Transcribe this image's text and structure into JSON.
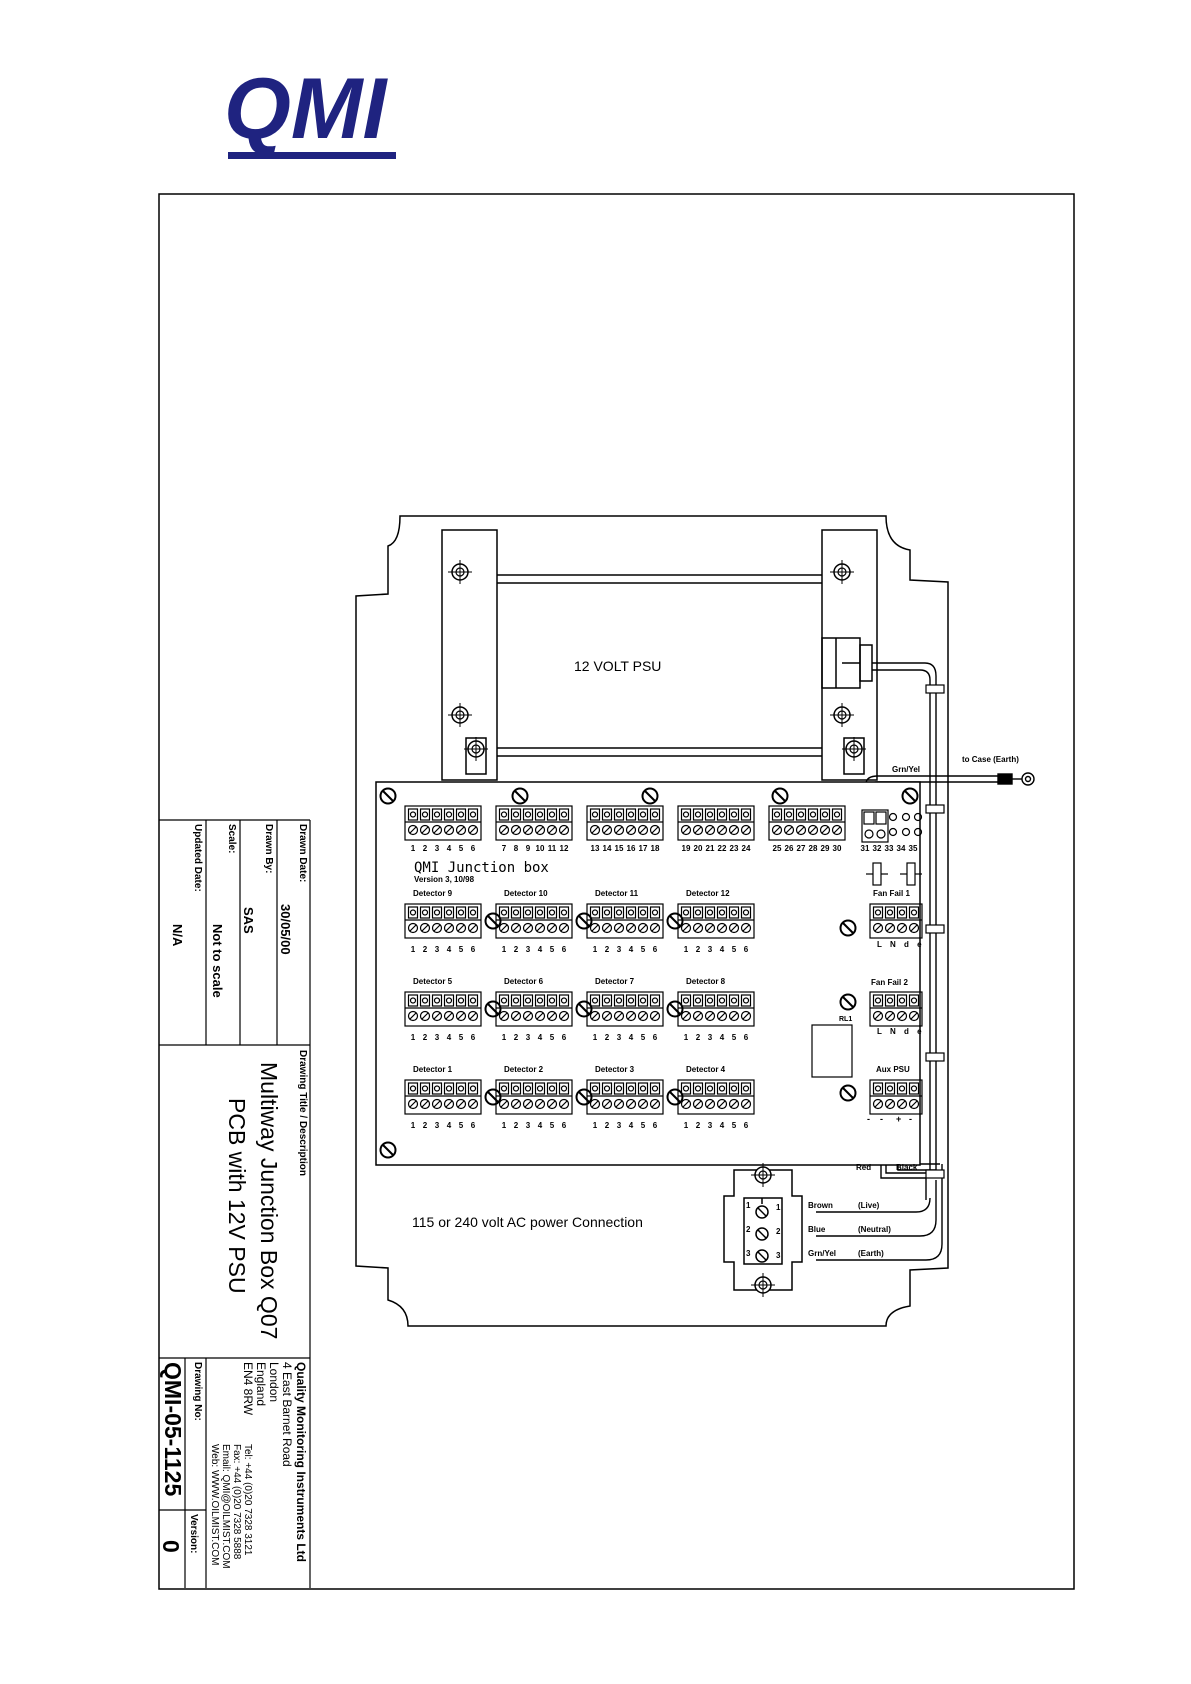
{
  "logo": {
    "text": "QMI",
    "color": "#1f2380"
  },
  "psu": {
    "label": "12 VOLT PSU"
  },
  "wires_top": {
    "grn_yel": "Grn/Yel",
    "to_case": "to Case (Earth)"
  },
  "board": {
    "title": "QMI Junction box",
    "version": "Version 3, 10/98",
    "top_terminals": [
      {
        "numbers": [
          "1",
          "2",
          "3",
          "4",
          "5",
          "6"
        ]
      },
      {
        "numbers": [
          "7",
          "8",
          "9",
          "10",
          "11",
          "12"
        ]
      },
      {
        "numbers": [
          "13",
          "14",
          "15",
          "16",
          "17",
          "18"
        ]
      },
      {
        "numbers": [
          "19",
          "20",
          "21",
          "22",
          "23",
          "24"
        ]
      },
      {
        "numbers": [
          "25",
          "26",
          "27",
          "28",
          "29",
          "30"
        ]
      }
    ],
    "extra_terminal": {
      "numbers": [
        "31",
        "32",
        "33",
        "34",
        "35"
      ]
    },
    "detector_rows": [
      {
        "detectors": [
          {
            "label": "Detector 9",
            "numbers": [
              "1",
              "2",
              "3",
              "4",
              "5",
              "6"
            ]
          },
          {
            "label": "Detector 10",
            "numbers": [
              "1",
              "2",
              "3",
              "4",
              "5",
              "6"
            ]
          },
          {
            "label": "Detector 11",
            "numbers": [
              "1",
              "2",
              "3",
              "4",
              "5",
              "6"
            ]
          },
          {
            "label": "Detector 12",
            "numbers": [
              "1",
              "2",
              "3",
              "4",
              "5",
              "6"
            ]
          }
        ]
      },
      {
        "detectors": [
          {
            "label": "Detector 5",
            "numbers": [
              "1",
              "2",
              "3",
              "4",
              "5",
              "6"
            ]
          },
          {
            "label": "Detector 6",
            "numbers": [
              "1",
              "2",
              "3",
              "4",
              "5",
              "6"
            ]
          },
          {
            "label": "Detector 7",
            "numbers": [
              "1",
              "2",
              "3",
              "4",
              "5",
              "6"
            ]
          },
          {
            "label": "Detector 8",
            "numbers": [
              "1",
              "2",
              "3",
              "4",
              "5",
              "6"
            ]
          }
        ]
      },
      {
        "detectors": [
          {
            "label": "Detector 1",
            "numbers": [
              "1",
              "2",
              "3",
              "4",
              "5",
              "6"
            ]
          },
          {
            "label": "Detector 2",
            "numbers": [
              "1",
              "2",
              "3",
              "4",
              "5",
              "6"
            ]
          },
          {
            "label": "Detector 3",
            "numbers": [
              "1",
              "2",
              "3",
              "4",
              "5",
              "6"
            ]
          },
          {
            "label": "Detector 4",
            "numbers": [
              "1",
              "2",
              "3",
              "4",
              "5",
              "6"
            ]
          }
        ]
      }
    ],
    "fan_fail_1": {
      "label": "Fan Fail 1",
      "pins": "L N d e"
    },
    "fan_fail_2": {
      "label": "Fan Fail 2",
      "pins": "L N d e"
    },
    "aux_psu": {
      "label": "Aux PSU",
      "pins": [
        "-",
        "-",
        "+",
        "-"
      ]
    },
    "relay_label": "RL1"
  },
  "ac": {
    "label": "115 or 240 volt AC power Connection",
    "red": "Red",
    "black": "Black",
    "wires": [
      {
        "colour": "Brown",
        "name": "(Live)"
      },
      {
        "colour": "Blue",
        "name": "(Neutral)"
      },
      {
        "colour": "Grn/Yel",
        "name": "(Earth)"
      }
    ],
    "pins_left": [
      "1",
      "2",
      "3"
    ],
    "pins_right": [
      "1",
      "2",
      "3"
    ]
  },
  "titleblock": {
    "drawn_date_label": "Drawn Date:",
    "drawn_date": "30/05/00",
    "drawn_by_label": "Drawn By:",
    "drawn_by": "SAS",
    "scale_label": "Scale:",
    "scale": "Not to scale",
    "updated_label": "Updated Date:",
    "updated": "N/A",
    "title_label": "Drawing Title / Description",
    "title_line1": "Multiway Junction Box Q07",
    "title_line2": "PCB with 12V PSU",
    "company": "Quality Monitoring Instruments Ltd",
    "address": "4 East Barnet Road\nLondon\nEngland\nEN4 8RW",
    "contact": "Tel: +44 (0)20 7328 3121\nFax: +44 (0)20 7328 5888\nEmail: QMI@OILMIST.COM\nWeb: WWW.OILMIST.COM",
    "drawing_no_label": "Drawing No:",
    "drawing_no": "QMI-05-1125",
    "version_label": "Version:",
    "version": "0"
  }
}
